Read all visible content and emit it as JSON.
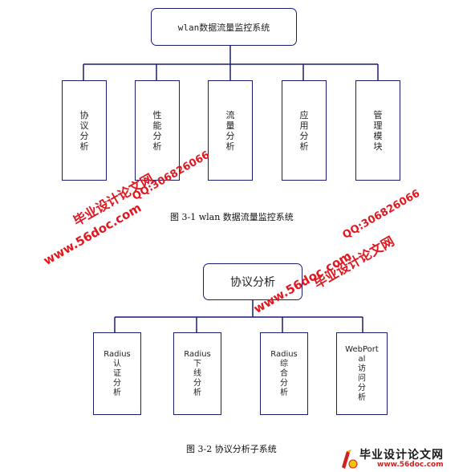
{
  "diagram1": {
    "root": "wlan数据流量监控系统",
    "children": [
      [
        "协",
        "议",
        "分",
        "析"
      ],
      [
        "性",
        "能",
        "分",
        "析"
      ],
      [
        "流",
        "量",
        "分",
        "析"
      ],
      [
        "应",
        "用",
        "分",
        "析"
      ],
      [
        "管",
        "理",
        "模",
        "块"
      ]
    ],
    "caption": "图 3-1    wlan 数据流量监控系统"
  },
  "diagram2": {
    "root": "协议分析",
    "children": [
      [
        "Radius",
        "认",
        "证",
        "分",
        "析"
      ],
      [
        "Radius",
        "下",
        "线",
        "分",
        "析"
      ],
      [
        "Radius",
        "综",
        "合",
        "分",
        "析"
      ],
      [
        "WebPort",
        "al",
        "访",
        "问",
        "分",
        "析"
      ]
    ],
    "caption": "图 3-2  协议分析子系统"
  },
  "watermarks": {
    "site_name": "毕业设计论文网",
    "url": "www.56doc.com",
    "qq": "QQ:306826066"
  },
  "footer": {
    "brand": "毕业设计论文网",
    "url": "www.56doc.com"
  },
  "colors": {
    "box_border": "#1c1c6e",
    "watermark": "#e0171f"
  }
}
